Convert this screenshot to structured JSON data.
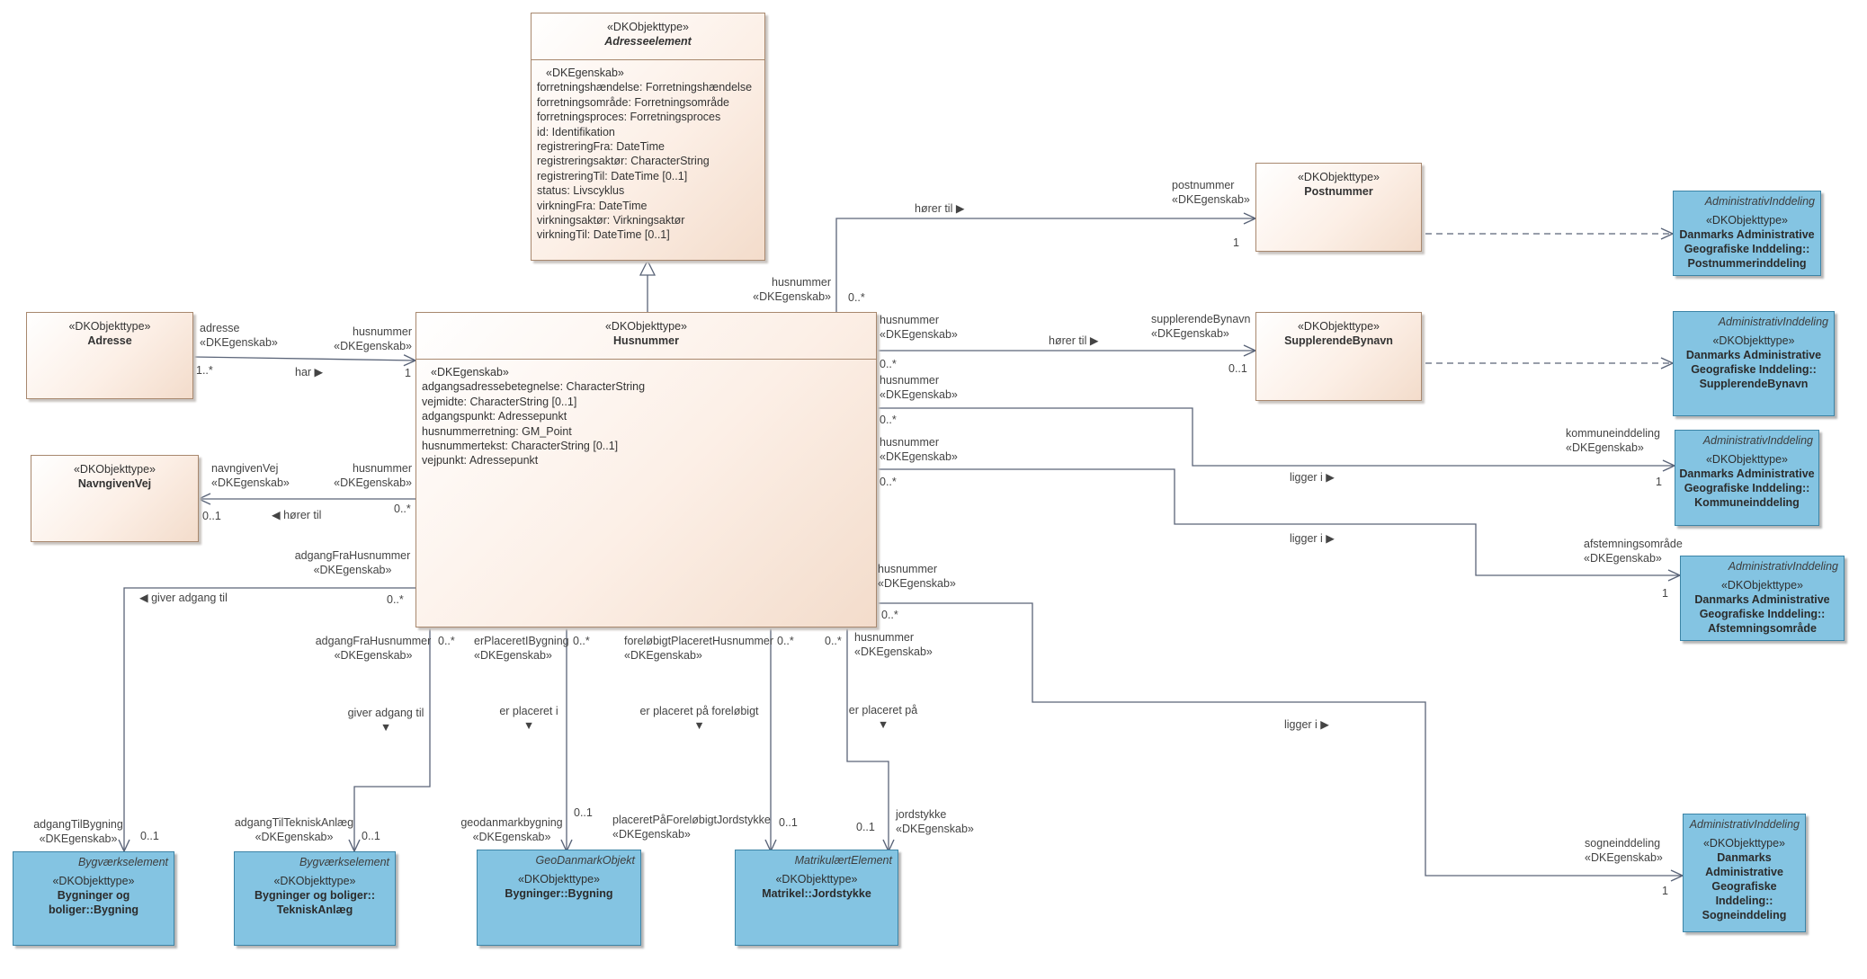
{
  "classes": {
    "adresseelement": {
      "stereotype": "«DKObjekttype»",
      "name": "Adresseelement",
      "attr_stereotype": "«DKEgenskab»",
      "attributes": [
        "forretningshændelse: Forretningshændelse",
        "forretningsområde: Forretningsområde",
        "forretningsproces: Forretningsproces",
        "id: Identifikation",
        "registreringFra: DateTime",
        "registreringsaktør: CharacterString",
        "registreringTil: DateTime [0..1]",
        "status: Livscyklus",
        "virkningFra: DateTime",
        "virkningsaktør: Virkningsaktør",
        "virkningTil: DateTime [0..1]"
      ]
    },
    "husnummer": {
      "stereotype": "«DKObjekttype»",
      "name": "Husnummer",
      "attr_stereotype": "«DKEgenskab»",
      "attributes": [
        "adgangsadressebetegnelse: CharacterString",
        "vejmidte: CharacterString [0..1]",
        "adgangspunkt: Adressepunkt",
        "husnummerretning: GM_Point",
        "husnummertekst: CharacterString [0..1]",
        "vejpunkt: Adressepunkt"
      ]
    },
    "adresse": {
      "stereotype": "«DKObjekttype»",
      "name": "Adresse"
    },
    "navngivenvej": {
      "stereotype": "«DKObjekttype»",
      "name": "NavngivenVej"
    },
    "postnummer": {
      "stereotype": "«DKObjekttype»",
      "name": "Postnummer"
    },
    "supplerendebynavn": {
      "stereotype": "«DKObjekttype»",
      "name": "SupplerendeBynavn"
    }
  },
  "externals": {
    "postnummerinddeling": {
      "package": "AdministrativInddeling",
      "stereotype": "«DKObjekttype»",
      "lines": [
        "Danmarks Administrative",
        "Geografiske Inddeling::",
        "Postnummerinddeling"
      ]
    },
    "supplerendebynavn": {
      "package": "AdministrativInddeling",
      "stereotype": "«DKObjekttype»",
      "lines": [
        "Danmarks Administrative",
        "Geografiske Inddeling::",
        "SupplerendeBynavn"
      ]
    },
    "kommuneinddeling": {
      "package": "AdministrativInddeling",
      "stereotype": "«DKObjekttype»",
      "lines": [
        "Danmarks Administrative",
        "Geografiske Inddeling::",
        "Kommuneinddeling"
      ]
    },
    "afstemningsomraade": {
      "package": "AdministrativInddeling",
      "stereotype": "«DKObjekttype»",
      "lines": [
        "Danmarks Administrative",
        "Geografiske Inddeling::",
        "Afstemningsområde"
      ]
    },
    "sogneinddeling": {
      "package": "AdministrativInddeling",
      "stereotype": "«DKObjekttype»",
      "lines": [
        "Danmarks",
        "Administrative",
        "Geografiske Inddeling::",
        "Sogneinddeling"
      ]
    },
    "bygning": {
      "package": "Bygværkselement",
      "stereotype": "«DKObjekttype»",
      "lines": [
        "Bygninger og boliger::Bygning"
      ]
    },
    "tekniskanlaeg": {
      "package": "Bygværkselement",
      "stereotype": "«DKObjekttype»",
      "lines": [
        "Bygninger og boliger::",
        "TekniskAnlæg"
      ]
    },
    "geodanmark": {
      "package": "GeoDanmarkObjekt",
      "stereotype": "«DKObjekttype»",
      "lines": [
        "Bygninger::Bygning"
      ]
    },
    "jordstykke": {
      "package": "MatrikulærtElement",
      "stereotype": "«DKObjekttype»",
      "lines": [
        "Matrikel::Jordstykke"
      ]
    }
  },
  "labels": {
    "adr_role": [
      "adresse",
      "«DKEgenskab»"
    ],
    "adr_mult": "1..*",
    "adr_hn_role": [
      "husnummer",
      "«DKEgenskab»"
    ],
    "adr_hn_mult": "1",
    "har": "har ▶",
    "nv_role": [
      "navngivenVej",
      "«DKEgenskab»"
    ],
    "nv_mult": "0..1",
    "nv_hn_role": [
      "husnummer",
      "«DKEgenskab»"
    ],
    "nv_hn_mult": "0..*",
    "hoerer_til_left": "◀ hører til",
    "top_hn_role": [
      "husnummer",
      "«DKEgenskab»"
    ],
    "top_hn_mult": "0..*",
    "hoerer_til_post": "hører til ▶",
    "post_role": [
      "postnummer",
      "«DKEgenskab»"
    ],
    "post_mult": "1",
    "sb_hn_role": [
      "husnummer",
      "«DKEgenskab»"
    ],
    "sb_hn_mult": "0..*",
    "hoerer_til_sb": "hører til ▶",
    "sb_role": [
      "supplerendeBynavn",
      "«DKEgenskab»"
    ],
    "sb_mult": "0..1",
    "kom_hn_role": [
      "husnummer",
      "«DKEgenskab»"
    ],
    "kom_hn_mult": "0..*",
    "ligger_i_1": "ligger i ▶",
    "kom_role": [
      "kommuneinddeling",
      "«DKEgenskab»"
    ],
    "kom_mult": "1",
    "afs_hn_role": [
      "husnummer",
      "«DKEgenskab»"
    ],
    "afs_hn_mult": "0..*",
    "ligger_i_2": "ligger i ▶",
    "afs_role": [
      "afstemningsområde",
      "«DKEgenskab»"
    ],
    "afs_mult": "1",
    "sog_hn_role": [
      "husnummer",
      "«DKEgenskab»"
    ],
    "sog_hn_mult": "0..*",
    "ligger_i_3": "ligger i ▶",
    "sog_role": [
      "sogneinddeling",
      "«DKEgenskab»"
    ],
    "sog_mult": "1",
    "byg_src_role": [
      "adgangFraHusnummer",
      "«DKEgenskab»"
    ],
    "byg_src_mult": "0..*",
    "giver_adgang_1": "◀ giver adgang til",
    "byg_role": [
      "adgangTilBygning",
      "«DKEgenskab»"
    ],
    "byg_mult": "0..1",
    "tek_src_role": [
      "adgangFraHusnummer",
      "«DKEgenskab»"
    ],
    "tek_src_mult": "0..*",
    "giver_adgang_2": "giver adgang til",
    "tek_role": [
      "adgangTilTekniskAnlæg",
      "«DKEgenskab»"
    ],
    "tek_mult": "0..1",
    "geo_src_role": [
      "erPlaceretIBygning",
      "«DKEgenskab»"
    ],
    "geo_src_mult": "0..*",
    "er_placeret_i": "er placeret i",
    "geo_role": [
      "geodanmarkbygning",
      "«DKEgenskab»"
    ],
    "geo_mult": "0..1",
    "for_src_role": [
      "foreløbigtPlaceretHusnummer",
      "«DKEgenskab»"
    ],
    "for_src_mult": "0..*",
    "er_placeret_foreloebigt": "er placeret på foreløbigt",
    "for_role": [
      "placeretPåForeløbigtJordstykke",
      "«DKEgenskab»"
    ],
    "for_mult": "0..1",
    "jor_src_role": [
      "husnummer",
      "«DKEgenskab»"
    ],
    "jor_src_mult": "0..*",
    "er_placeret_paa": "er placeret på",
    "jor_role": [
      "jordstykke",
      "«DKEgenskab»"
    ],
    "jor_mult": "0..1",
    "down_arrow": "▼"
  }
}
